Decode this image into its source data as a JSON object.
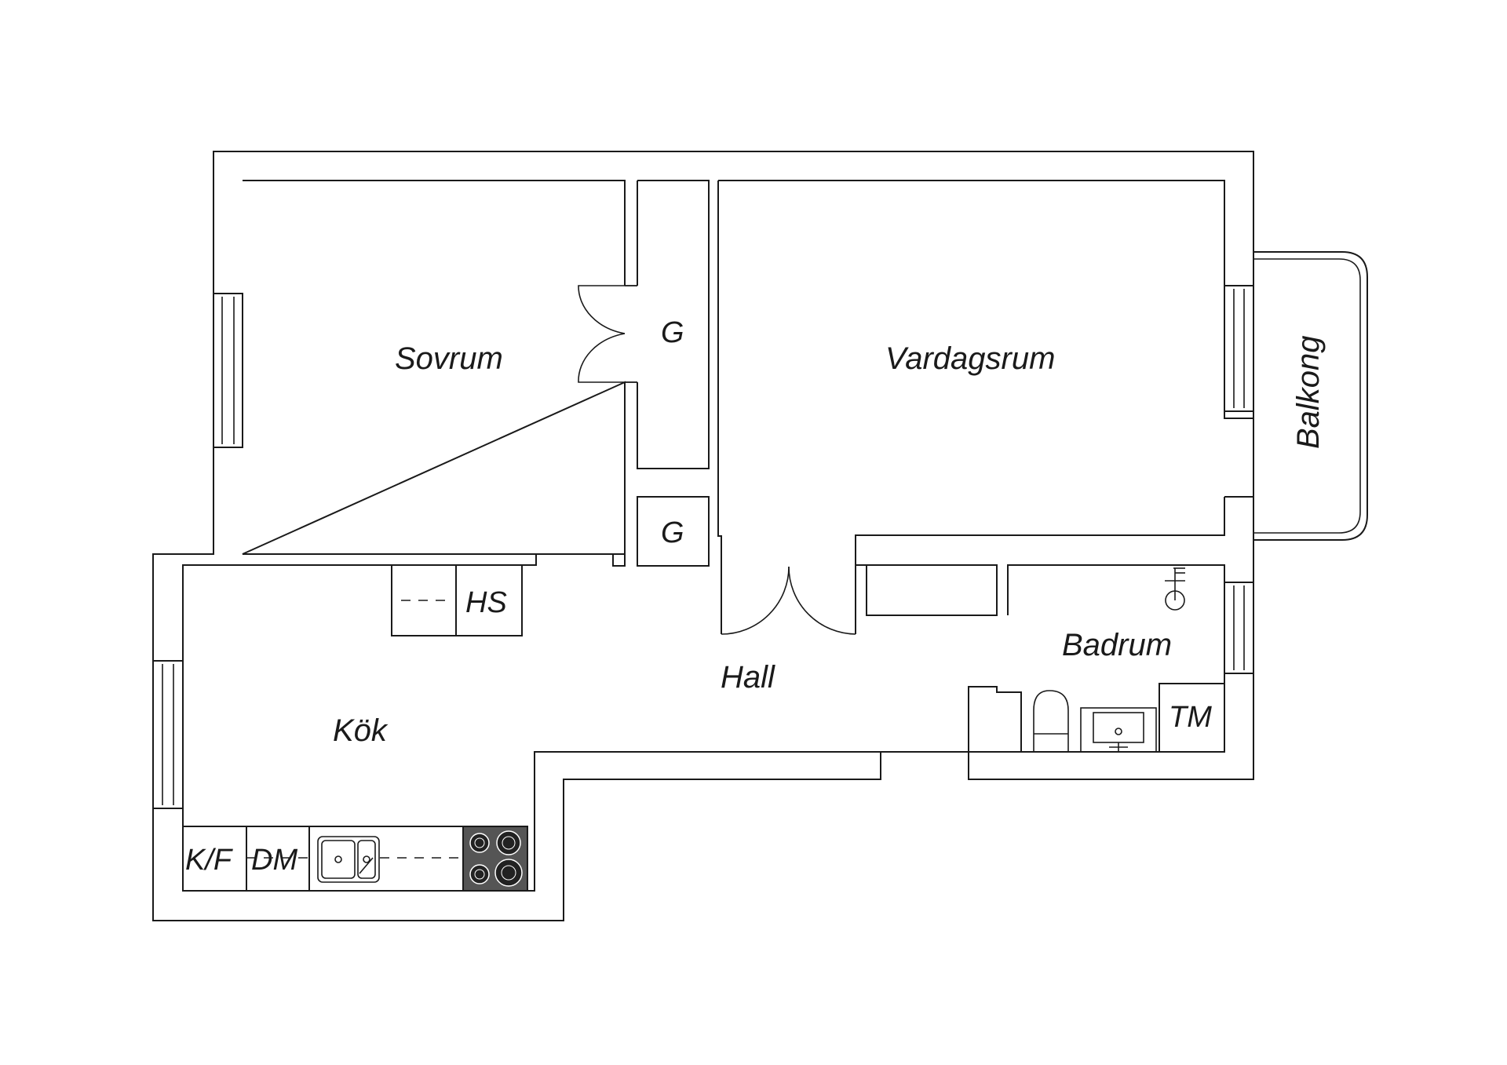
{
  "rooms": {
    "sovrum": "Sovrum",
    "vardagsrum": "Vardagsrum",
    "balkong": "Balkong",
    "hall": "Hall",
    "kok": "Kök",
    "badrum": "Badrum"
  },
  "fixtures": {
    "garderob_1": "G",
    "garderob_2": "G",
    "hatt_skap": "HS",
    "tvattmaskin": "TM",
    "kyl_frys": "K/F",
    "diskmaskin": "DM"
  },
  "colors": {
    "line": "#1a1a1a",
    "background": "#ffffff",
    "stove": "#555555"
  }
}
